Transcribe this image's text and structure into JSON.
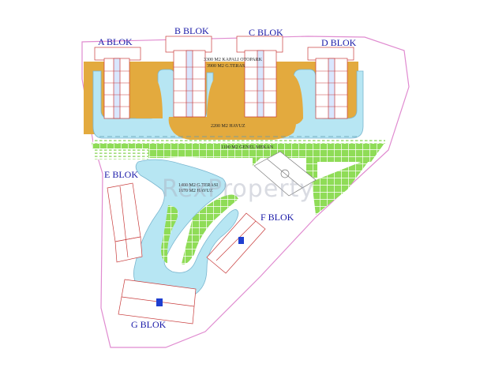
{
  "blocks": {
    "a": "A BLOK",
    "b": "B BLOK",
    "c": "C BLOK",
    "d": "D BLOK",
    "e": "E BLOK",
    "f": "F BLOK",
    "g": "G BLOK"
  },
  "areas": {
    "parking": "3300 M2 KAPALI OTOPARK",
    "terrace_top": "3900 M2 G.TERAS",
    "pool_top": "2200 M2 HAVUZ",
    "general_space": "1100 M2 GENEL MEKAN",
    "terrace_lower": "1400 M2 G.TERASI",
    "pool_lower": "1670 M2 HAVUZ"
  },
  "watermark": "RexProperty",
  "colors": {
    "water": "#b7e6f3",
    "terrace": "#e3aa3e",
    "grass": "#7fd14a",
    "block_label": "#1a1aa8",
    "site_outline": "#e08bd0"
  }
}
